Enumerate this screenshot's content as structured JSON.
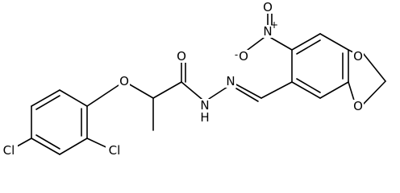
{
  "atoms": {
    "Cl_a": "Cl",
    "Cl_b": "Cl",
    "O_ether": "O",
    "O_carbonyl": "O",
    "N_amide": "N",
    "H_amide": "H",
    "N_imine": "N",
    "N_nitro": "N",
    "N_nitro_charge": "+",
    "O_nitro_top": "O",
    "O_nitro_left": "O",
    "O_nitro_left_charge": "-",
    "O_diox_top": "O",
    "O_diox_bottom": "O"
  }
}
